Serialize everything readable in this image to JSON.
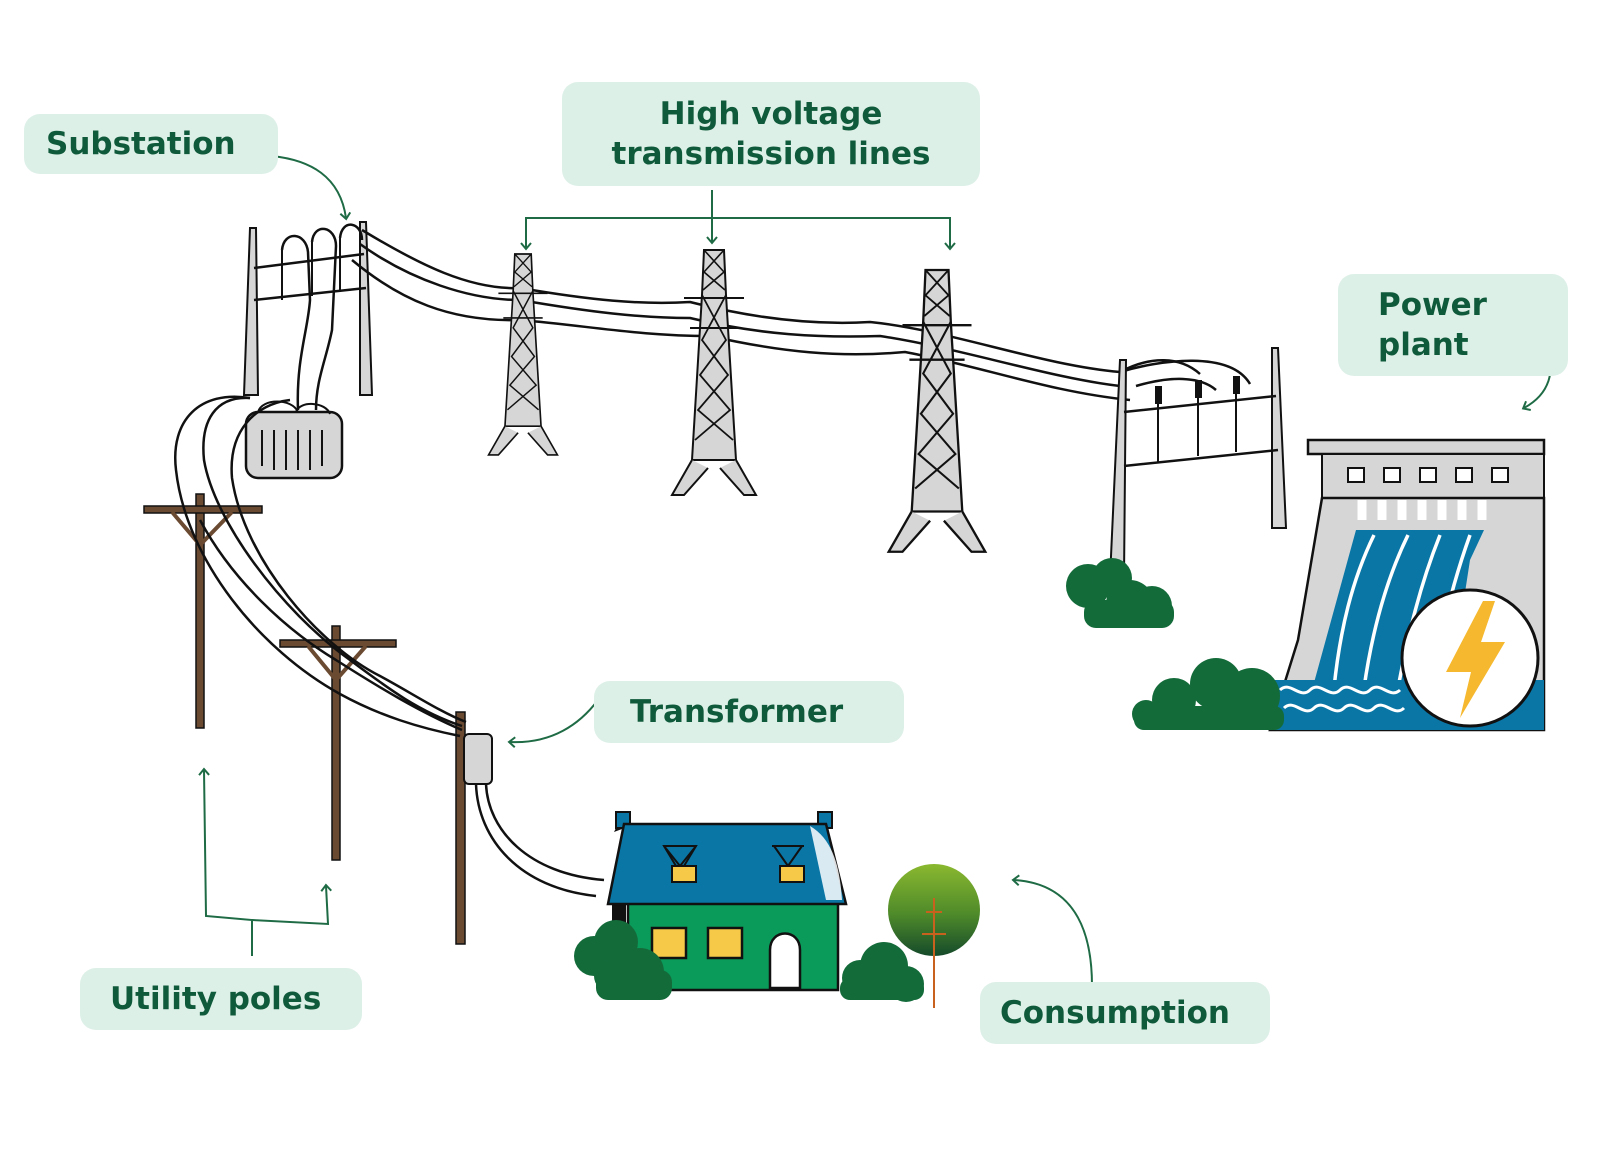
{
  "diagram": {
    "labels": {
      "substation": "Substation",
      "high_voltage_line1": "High voltage",
      "high_voltage_line2": "transmission lines",
      "power_plant_line1": "Power",
      "power_plant_line2": "plant",
      "transformer": "Transformer",
      "utility_poles": "Utility poles",
      "consumption": "Consumption"
    },
    "colors": {
      "label_bg": "#ddf0e8",
      "label_text": "#0f5a3a",
      "arrow": "#1e6b45",
      "tower_fill": "#d6d6d6",
      "wood": "#6b4a32",
      "house_roof": "#0a76a6",
      "house_wall": "#0a9a5a",
      "window": "#f7c948",
      "water": "#0a76a6",
      "bush": "#146b3a",
      "bolt": "#f5b82e"
    },
    "icons": [
      "lightning-bolt-icon"
    ]
  }
}
